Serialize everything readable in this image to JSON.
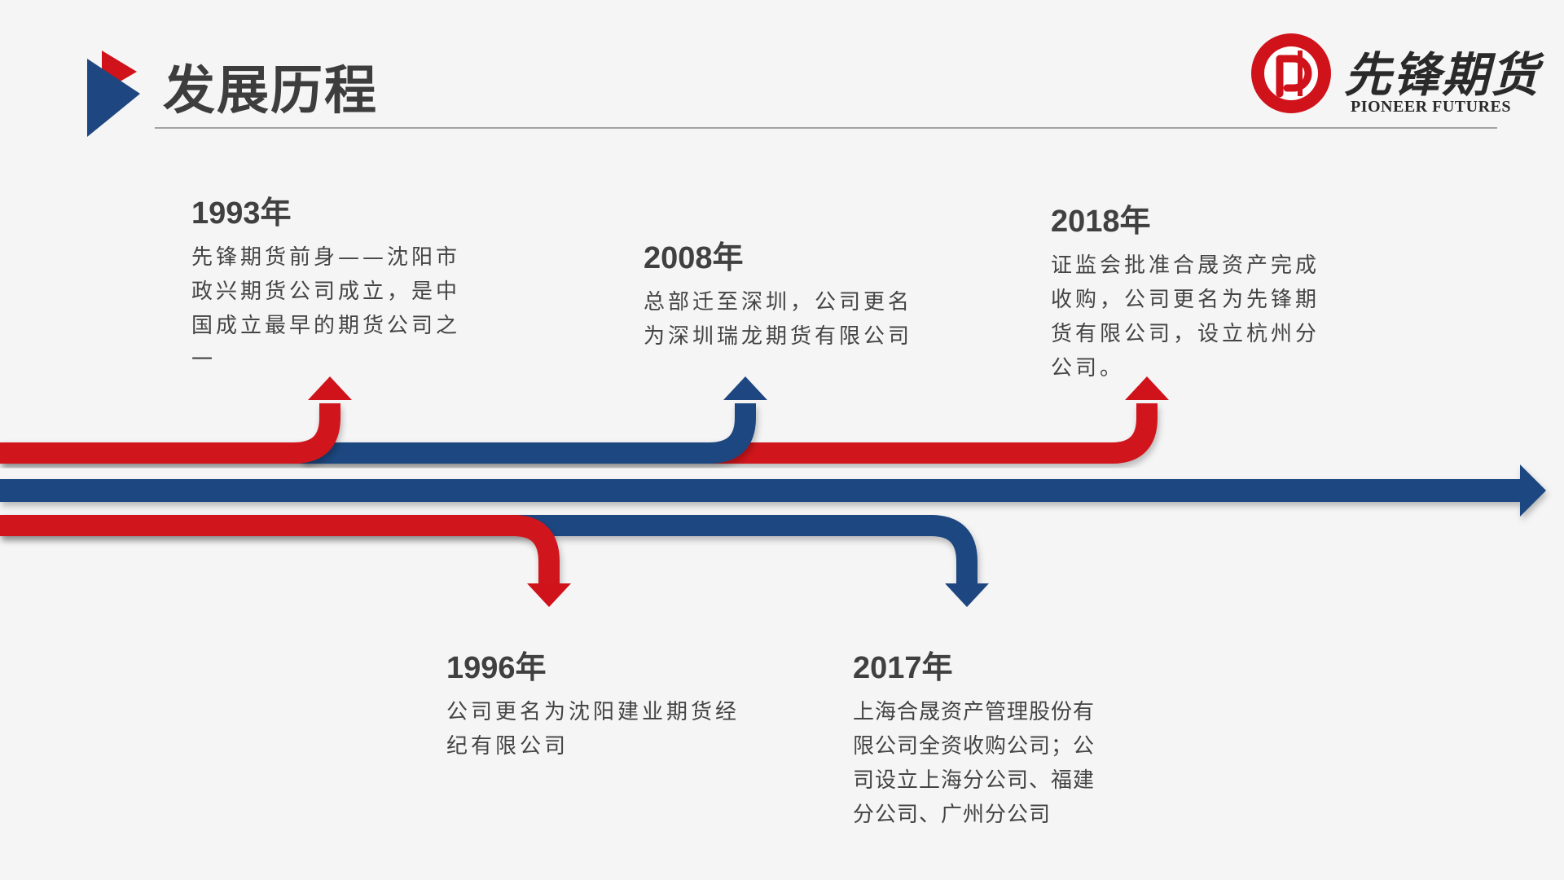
{
  "page": {
    "title": "发展历程"
  },
  "logo": {
    "name_cn": "先锋期货",
    "name_en": "PIONEER FUTURES",
    "brand_color": "#d0121b"
  },
  "colors": {
    "red": "#d0121b",
    "blue": "#1e4680",
    "text": "#404040"
  },
  "events": [
    {
      "year": "1993年",
      "desc": "先锋期货前身——沈阳市政兴期货公司成立，是中国成立最早的期货公司之一"
    },
    {
      "year": "2008年",
      "desc": "总部迁至深圳，公司更名为深圳瑞龙期货有限公司"
    },
    {
      "year": "2018年",
      "desc": "证监会批准合晟资产完成收购，公司更名为先锋期货有限公司，设立杭州分公司。"
    },
    {
      "year": "1996年",
      "desc": "公司更名为沈阳建业期货经纪有限公司"
    },
    {
      "year": "2017年",
      "desc": "上海合晟资产管理股份有限公司全资收购公司；公司设立上海分公司、福建分公司、广州分公司"
    }
  ]
}
